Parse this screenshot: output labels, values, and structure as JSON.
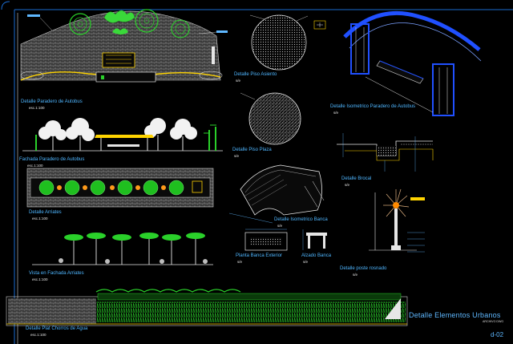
{
  "sheet": {
    "title": "Detalle Elementos Urbanos",
    "subtitle": "ARCHIVO DWG",
    "sheet_number": "d-02"
  },
  "views": {
    "elevation_bus_stop": {
      "label": "Detalle Paradero de Autobus",
      "scale": "esc.1:100"
    },
    "facade_bus_stop": {
      "label": "Fachada Paradero de Autobus",
      "scale": "esc.1:100"
    },
    "planters": {
      "label": "Detalle Arriates",
      "scale": "esc.1:100"
    },
    "planters_elevation": {
      "label": "Vista en Fachada Arriates",
      "scale": "esc.1:100"
    },
    "water_fountain_plan": {
      "label": "Detalle Plat Chorros de Agua",
      "scale": "esc.1:100"
    },
    "seat_plan": {
      "label": "Detalle Piso Asiento",
      "scale": "s/e"
    },
    "plaza_floor": {
      "label": "Detalle Piso Plaza",
      "scale": "s/e"
    },
    "iso_bus_stop": {
      "label": "Detalle Isometrico Paradero de Autobus",
      "scale": "s/e"
    },
    "curb": {
      "label": "Detalle Brocal",
      "scale": "s/e"
    },
    "iso_bench": {
      "label": "Detalle Isometrico Banca",
      "scale": "s/e"
    },
    "bench_front": {
      "label": "Planta Banca Exterior",
      "scale": "s/e"
    },
    "bench_elevation": {
      "label": "Alzado Banca",
      "scale": "s/e"
    },
    "light_pole": {
      "label": "Detalle poste rosnado",
      "scale": "s/e"
    }
  },
  "colors": {
    "background": "#000000",
    "label": "#4fb6ff",
    "line": "#e6e6e6",
    "vegetation": "#27c927",
    "paving": "#7a7a7a",
    "roof": "#2050ff",
    "accent": "#ffd400"
  }
}
